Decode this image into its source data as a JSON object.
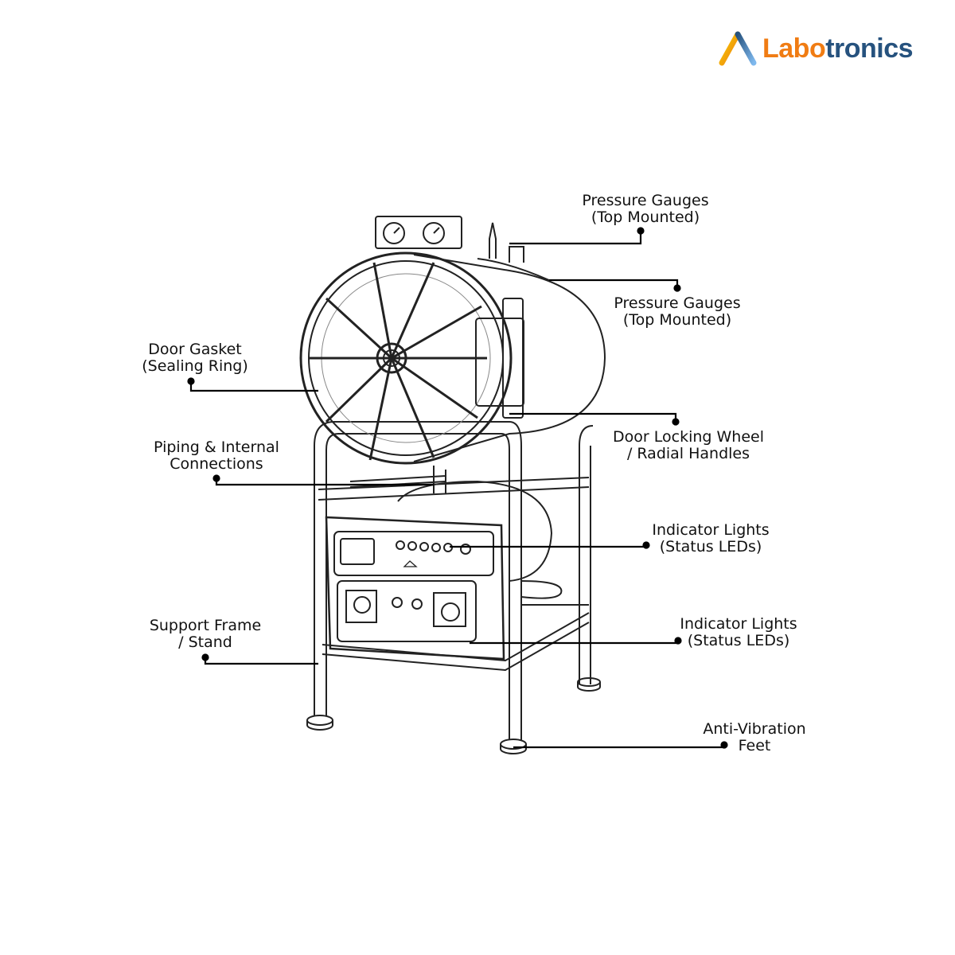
{
  "brand": {
    "logo_part1": "Labo",
    "logo_part2": "tronics",
    "color_orange": "#f07c13",
    "color_blue": "#26527e"
  },
  "callouts": [
    {
      "line1": "Pressure Gauges",
      "line2": "(Top Mounted)"
    },
    {
      "line1": "Pressure Gauges",
      "line2": "(Top Mounted)"
    },
    {
      "line1": "Door Gasket",
      "line2": "(Sealing Ring)"
    },
    {
      "line1": "Door Locking Wheel",
      "line2": "/ Radial Handles"
    },
    {
      "line1": "Piping & Internal",
      "line2": "Connections"
    },
    {
      "line1": "Indicator Lights",
      "line2": "(Status LEDs)"
    },
    {
      "line1": "Indicator Lights",
      "line2": "(Status LEDs)"
    },
    {
      "line1": "Support Frame",
      "line2": "/ Stand"
    },
    {
      "line1": "Anti-Vibration",
      "line2": "Feet"
    }
  ]
}
